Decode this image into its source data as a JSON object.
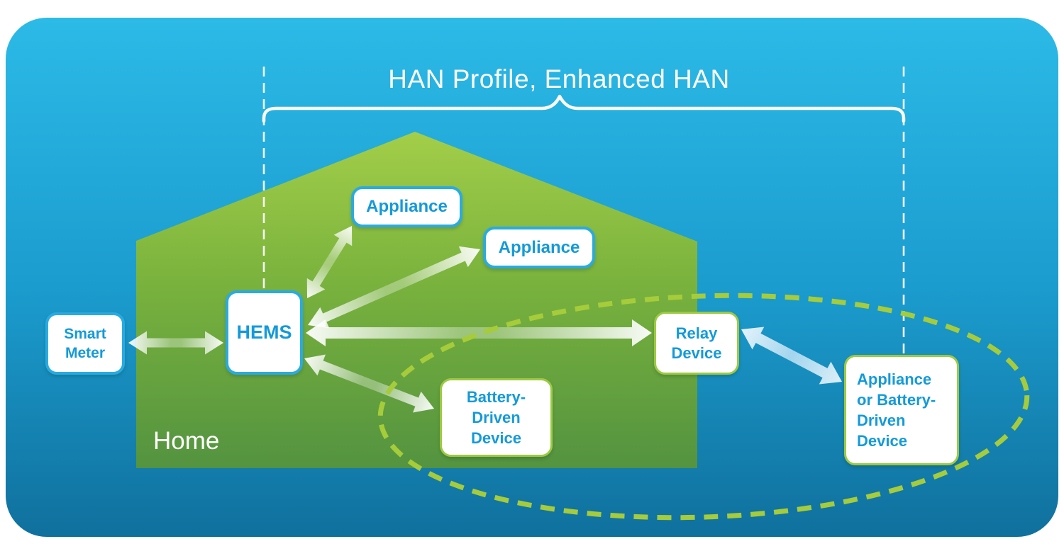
{
  "title": "HAN Profile, Enhanced HAN",
  "house_label": "Home",
  "nodes": {
    "smart_meter": {
      "lines": [
        "Smart",
        "Meter"
      ]
    },
    "hems": {
      "label": "HEMS"
    },
    "appliance_upper": {
      "label": "Appliance"
    },
    "appliance_lower": {
      "label": "Appliance"
    },
    "battery_device": {
      "lines": [
        "Battery-",
        "Driven",
        "Device"
      ]
    },
    "relay_device": {
      "lines": [
        "Relay",
        "Device"
      ]
    },
    "appliance_or_battery": {
      "lines": [
        "Appliance",
        "or Battery-",
        "Driven",
        "Device"
      ]
    }
  },
  "connections": [
    {
      "from": "Smart Meter",
      "to": "HEMS",
      "bidirectional": true,
      "color": "white"
    },
    {
      "from": "HEMS",
      "to": "Appliance (upper)",
      "bidirectional": true,
      "color": "white"
    },
    {
      "from": "HEMS",
      "to": "Appliance (lower)",
      "bidirectional": true,
      "color": "white"
    },
    {
      "from": "HEMS",
      "to": "Relay Device",
      "bidirectional": true,
      "color": "white"
    },
    {
      "from": "HEMS",
      "to": "Battery-Driven Device",
      "bidirectional": true,
      "color": "white"
    },
    {
      "from": "Relay Device",
      "to": "Appliance or Battery-Driven Device",
      "bidirectional": true,
      "color": "blue"
    }
  ],
  "annotations": {
    "enhanced_han_ellipse": "dashed ellipse grouping Relay Device, Battery-Driven Device and Appliance or Battery-Driven Device",
    "brace": "curly brace spanning HAN Profile range",
    "guide_lines": "white dashed vertical guides at brace ends"
  },
  "colors": {
    "text_blue": "#149AD9",
    "box_border_blue": "#29ABE2",
    "box_border_green": "#9DCA41",
    "ellipse_dash": "#A6CC3B",
    "house_green_top": "#A3CE49",
    "house_green_bottom": "#549340",
    "sky_top": "#2CBAE7",
    "sky_bottom": "#10709D",
    "guides_white": "#FFFFFF",
    "arrow_white": "#FFFFFF",
    "arrow_blue": "#A9D8F0"
  }
}
